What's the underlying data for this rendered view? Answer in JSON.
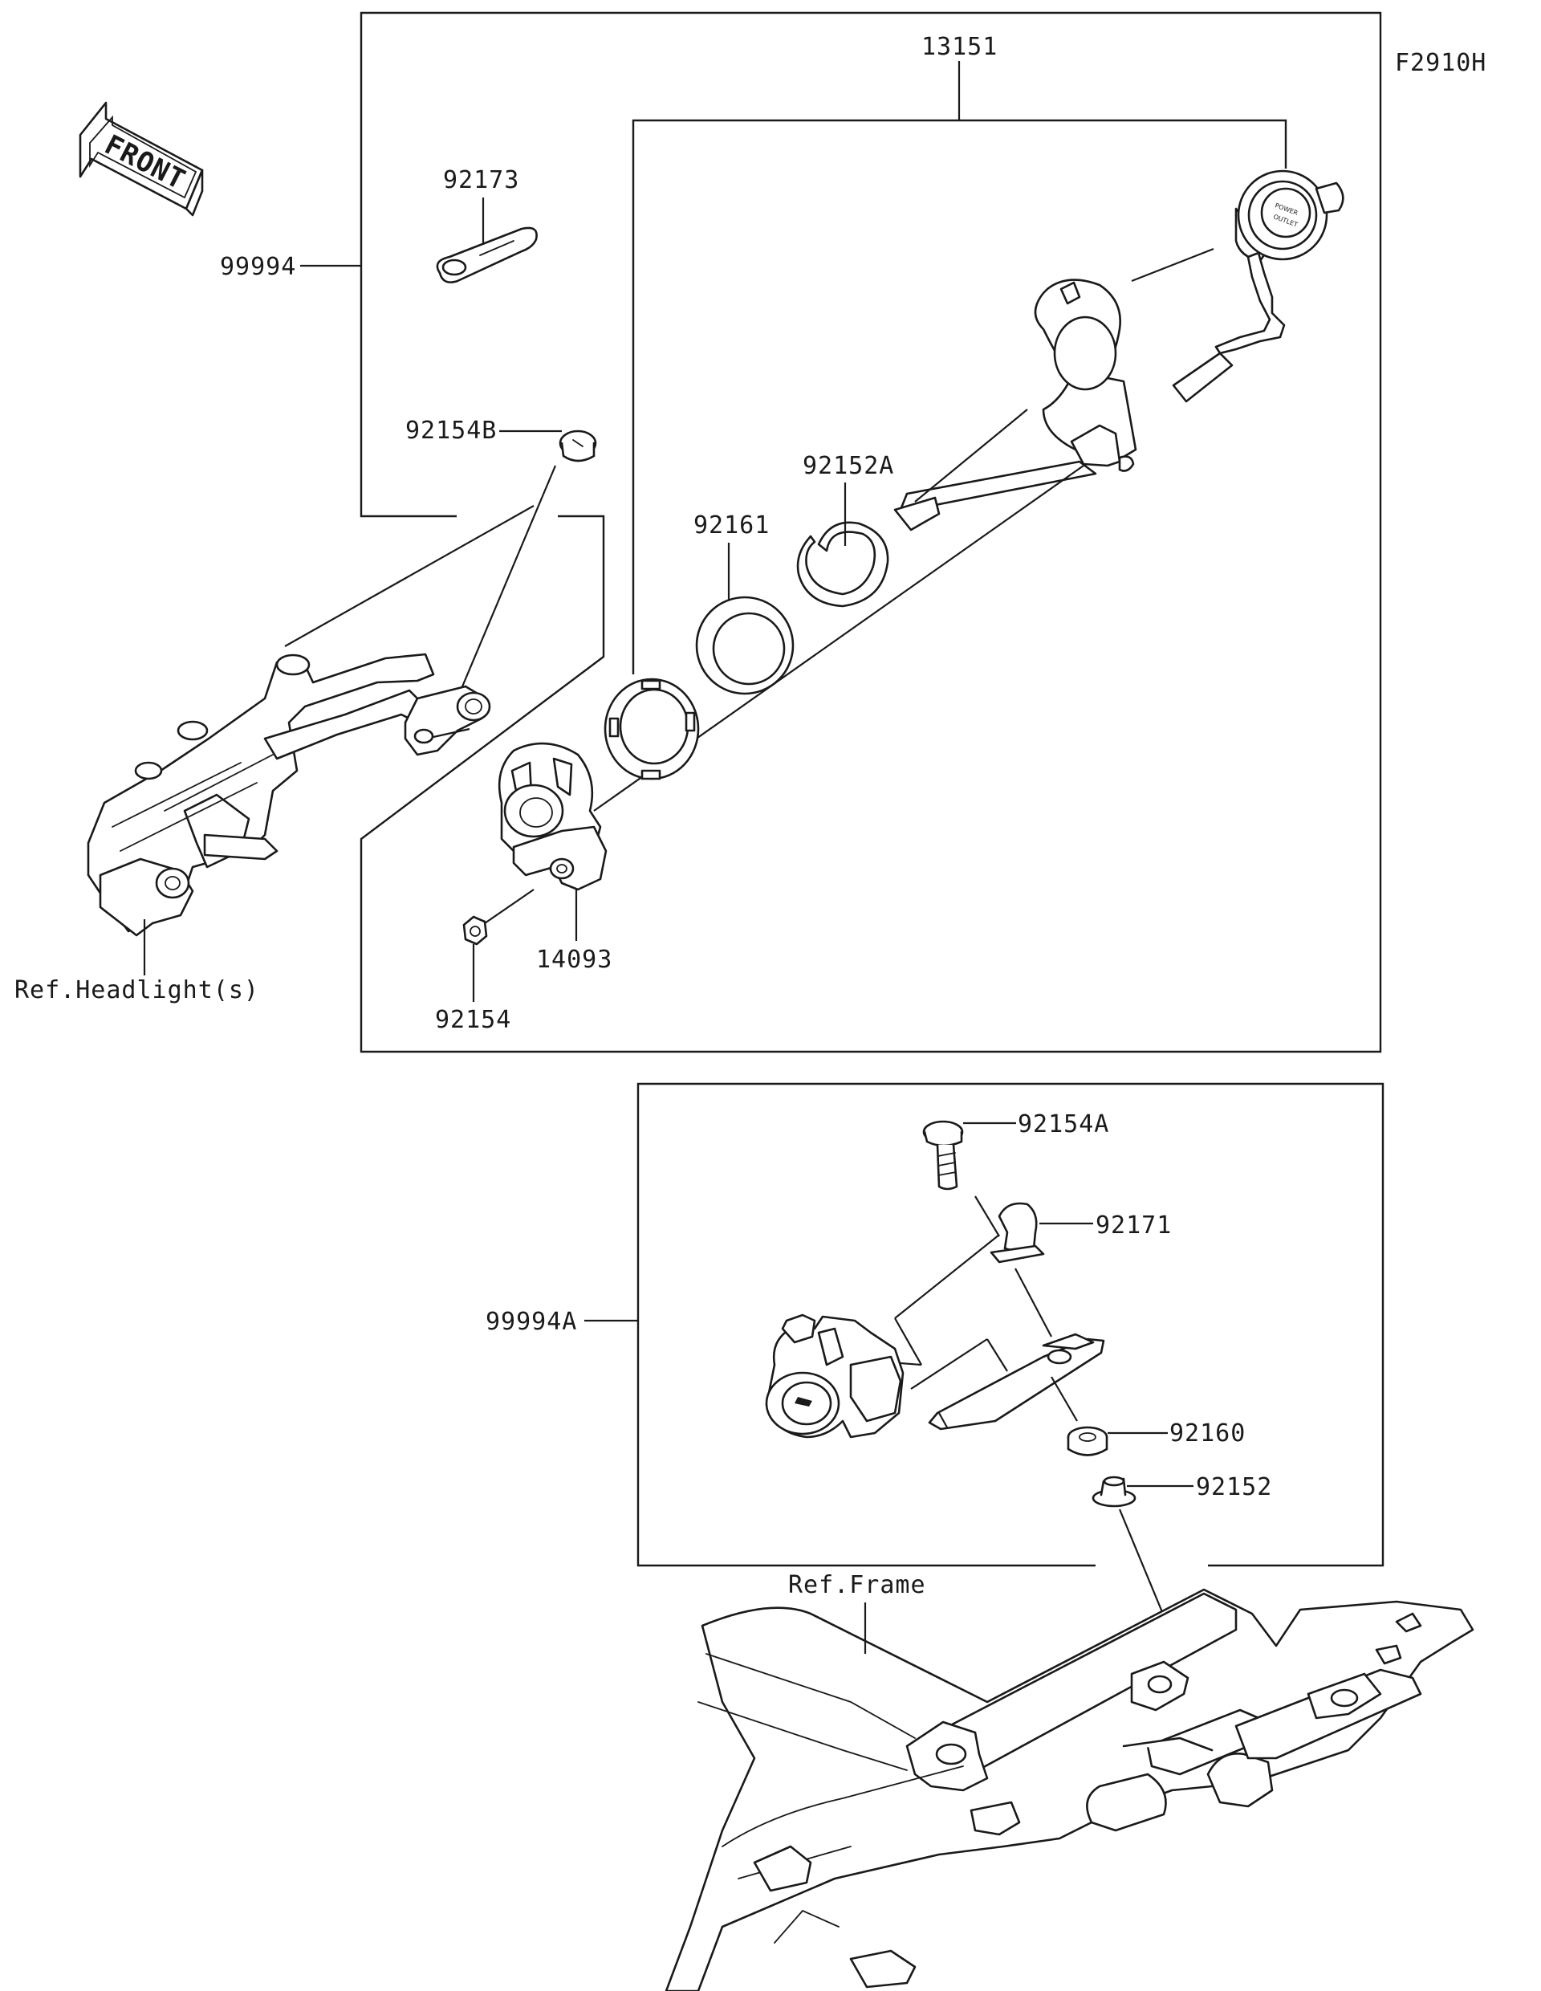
{
  "figure_code": "F2910H",
  "front_badge": "FRONT",
  "callouts": {
    "p13151": "13151",
    "p92173": "92173",
    "p99994": "99994",
    "p92154B": "92154B",
    "p92152A": "92152A",
    "p92161": "92161",
    "p14093": "14093",
    "p92154": "92154",
    "p92154A": "92154A",
    "p92171": "92171",
    "p99994A": "99994A",
    "p92160": "92160",
    "p92152": "92152"
  },
  "references": {
    "headlight": "Ref.Headlight(s)",
    "frame": "Ref.Frame"
  },
  "colors": {
    "ink": "#1a1a1a",
    "paper": "#ffffff"
  }
}
